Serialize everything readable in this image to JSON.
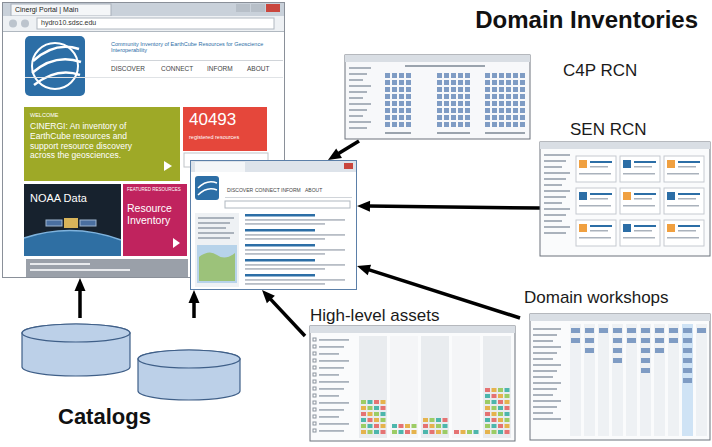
{
  "diagram": {
    "title": "Domain Inventories",
    "nodes": [
      {
        "text": [
          "Cinergi Portal | Main",
          "hydro10.sdsc.edu",
          "Community Inventory of EarthCube Resources for Geoscience Interoperability",
          "DISCOVER",
          "CONNECT",
          "INFORM",
          "ABOUT"
        ]
      },
      {
        "text": [
          "WELCOME",
          "CINERGI: An inventory of EarthCube resources and support resource discovery across the geosciences."
        ],
        "in": 0
      },
      {
        "text": [
          "40493",
          "registered resources"
        ],
        "in": 0
      },
      {
        "text": [
          "NOAA Data"
        ],
        "in": 0
      },
      {
        "text": [
          "FEATURED RESOURCES",
          "Resource Inventory"
        ],
        "in": 0
      },
      {
        "text": [
          "DISCOVER",
          "CONNECT",
          "INFORM",
          "ABOUT"
        ]
      },
      {
        "text": [
          "C4P RCN"
        ]
      },
      {
        "text": [
          "SEN RCN"
        ]
      },
      {
        "text": [
          "Domain workshops"
        ]
      },
      {
        "text": [
          "High-level assets"
        ]
      },
      {
        "text": [
          "Catalogs"
        ]
      }
    ],
    "edges": [
      {
        "from": 10,
        "to": 0,
        "arrow": "to"
      },
      {
        "from": 10,
        "to": 5,
        "arrow": "to"
      },
      {
        "from": 9,
        "to": 5,
        "arrow": "to"
      },
      {
        "from": 6,
        "to": 5,
        "arrow": "to"
      },
      {
        "from": 7,
        "to": 5,
        "arrow": "to"
      },
      {
        "from": 8,
        "to": 5,
        "arrow": "to"
      }
    ]
  }
}
